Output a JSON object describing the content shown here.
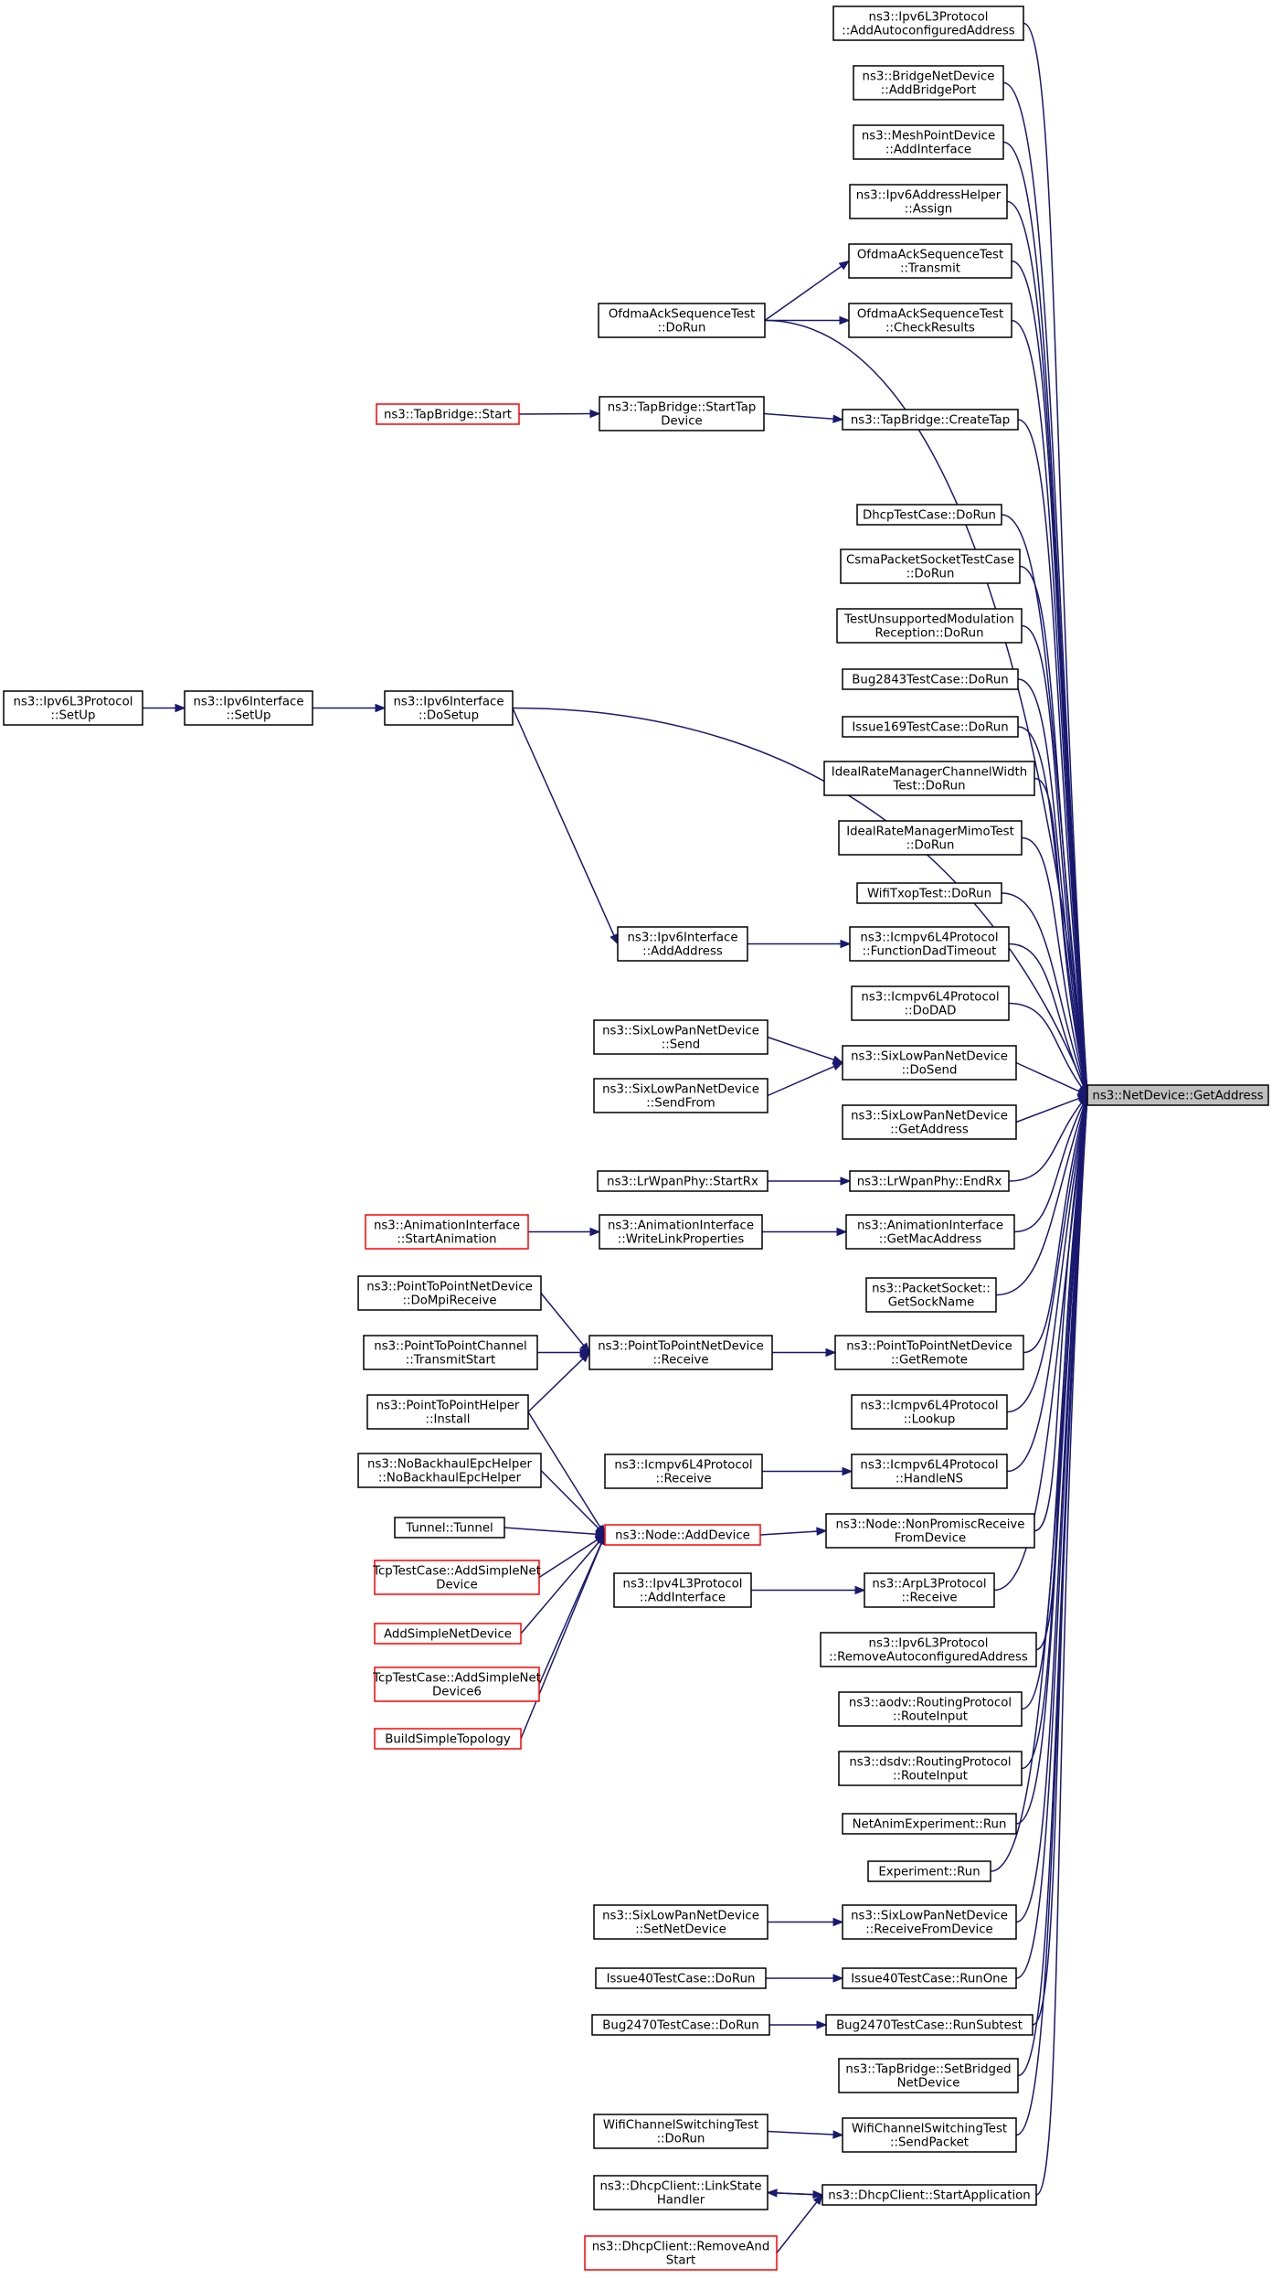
{
  "graph_title": "ns3::NetDevice::GetAddress",
  "target": "ns3::NetDevice::GetAddress",
  "colors": {
    "edge": "#191970",
    "border": "#000000",
    "truncated_border": "#ff0000",
    "target_fill": "#bfbfbf"
  },
  "nodes": [
    {
      "id": "target",
      "lines": [
        "ns3::NetDevice::GetAddress"
      ],
      "style": "target"
    },
    {
      "id": "n1",
      "lines": [
        "ns3::Ipv6L3Protocol",
        "::AddAutoconfiguredAddress"
      ]
    },
    {
      "id": "n2",
      "lines": [
        "ns3::BridgeNetDevice",
        "::AddBridgePort"
      ]
    },
    {
      "id": "n3",
      "lines": [
        "ns3::MeshPointDevice",
        "::AddInterface"
      ]
    },
    {
      "id": "n4",
      "lines": [
        "ns3::Ipv6AddressHelper",
        "::Assign"
      ]
    },
    {
      "id": "n5",
      "lines": [
        "OfdmaAckSequenceTest",
        "::Transmit"
      ]
    },
    {
      "id": "n6",
      "lines": [
        "OfdmaAckSequenceTest",
        "::CheckResults"
      ]
    },
    {
      "id": "n7",
      "lines": [
        "OfdmaAckSequenceTest",
        "::DoRun"
      ]
    },
    {
      "id": "n8",
      "lines": [
        "ns3::TapBridge::CreateTap"
      ]
    },
    {
      "id": "n9",
      "lines": [
        "ns3::TapBridge::StartTap",
        "Device"
      ]
    },
    {
      "id": "n10",
      "lines": [
        "ns3::TapBridge::Start"
      ],
      "style": "red"
    },
    {
      "id": "n11",
      "lines": [
        "DhcpTestCase::DoRun"
      ]
    },
    {
      "id": "n12",
      "lines": [
        "CsmaPacketSocketTestCase",
        "::DoRun"
      ]
    },
    {
      "id": "n13",
      "lines": [
        "TestUnsupportedModulation",
        "Reception::DoRun"
      ]
    },
    {
      "id": "n14",
      "lines": [
        "Bug2843TestCase::DoRun"
      ]
    },
    {
      "id": "n15",
      "lines": [
        "Issue169TestCase::DoRun"
      ]
    },
    {
      "id": "n16",
      "lines": [
        "IdealRateManagerChannelWidth",
        "Test::DoRun"
      ]
    },
    {
      "id": "n17",
      "lines": [
        "IdealRateManagerMimoTest",
        "::DoRun"
      ]
    },
    {
      "id": "n18",
      "lines": [
        "WifiTxopTest::DoRun"
      ]
    },
    {
      "id": "n19",
      "lines": [
        "ns3::Ipv6Interface",
        "::DoSetup"
      ]
    },
    {
      "id": "n20",
      "lines": [
        "ns3::Ipv6Interface",
        "::SetUp"
      ]
    },
    {
      "id": "n21",
      "lines": [
        "ns3::Ipv6L3Protocol",
        "::SetUp"
      ]
    },
    {
      "id": "n22",
      "lines": [
        "ns3::Icmpv6L4Protocol",
        "::FunctionDadTimeout"
      ]
    },
    {
      "id": "n23",
      "lines": [
        "ns3::Ipv6Interface",
        "::AddAddress"
      ]
    },
    {
      "id": "n24",
      "lines": [
        "ns3::Icmpv6L4Protocol",
        "::DoDAD"
      ]
    },
    {
      "id": "n25",
      "lines": [
        "ns3::SixLowPanNetDevice",
        "::DoSend"
      ]
    },
    {
      "id": "n26",
      "lines": [
        "ns3::SixLowPanNetDevice",
        "::Send"
      ]
    },
    {
      "id": "n27",
      "lines": [
        "ns3::SixLowPanNetDevice",
        "::SendFrom"
      ]
    },
    {
      "id": "n28",
      "lines": [
        "ns3::SixLowPanNetDevice",
        "::GetAddress"
      ]
    },
    {
      "id": "n29",
      "lines": [
        "ns3::LrWpanPhy::EndRx"
      ]
    },
    {
      "id": "n30",
      "lines": [
        "ns3::LrWpanPhy::StartRx"
      ]
    },
    {
      "id": "n31",
      "lines": [
        "ns3::AnimationInterface",
        "::GetMacAddress"
      ]
    },
    {
      "id": "n32",
      "lines": [
        "ns3::AnimationInterface",
        "::WriteLinkProperties"
      ]
    },
    {
      "id": "n33",
      "lines": [
        "ns3::AnimationInterface",
        "::StartAnimation"
      ],
      "style": "red"
    },
    {
      "id": "n34",
      "lines": [
        "ns3::PacketSocket::",
        "GetSockName"
      ]
    },
    {
      "id": "n35",
      "lines": [
        "ns3::PointToPointNetDevice",
        "::GetRemote"
      ]
    },
    {
      "id": "n36",
      "lines": [
        "ns3::PointToPointNetDevice",
        "::Receive"
      ]
    },
    {
      "id": "n37",
      "lines": [
        "ns3::PointToPointNetDevice",
        "::DoMpiReceive"
      ]
    },
    {
      "id": "n38",
      "lines": [
        "ns3::PointToPointChannel",
        "::TransmitStart"
      ]
    },
    {
      "id": "n39",
      "lines": [
        "ns3::PointToPointHelper",
        "::Install"
      ]
    },
    {
      "id": "n40",
      "lines": [
        "ns3::Icmpv6L4Protocol",
        "::Lookup"
      ]
    },
    {
      "id": "n41",
      "lines": [
        "ns3::Icmpv6L4Protocol",
        "::HandleNS"
      ]
    },
    {
      "id": "n42",
      "lines": [
        "ns3::Icmpv6L4Protocol",
        "::Receive"
      ]
    },
    {
      "id": "n43",
      "lines": [
        "ns3::Node::NonPromiscReceive",
        "FromDevice"
      ]
    },
    {
      "id": "n44",
      "lines": [
        "ns3::Node::AddDevice"
      ],
      "style": "red"
    },
    {
      "id": "n45",
      "lines": [
        "ns3::NoBackhaulEpcHelper",
        "::NoBackhaulEpcHelper"
      ]
    },
    {
      "id": "n46",
      "lines": [
        "Tunnel::Tunnel"
      ]
    },
    {
      "id": "n47",
      "lines": [
        "TcpTestCase::AddSimpleNet",
        "Device"
      ],
      "style": "red"
    },
    {
      "id": "n48",
      "lines": [
        "AddSimpleNetDevice"
      ],
      "style": "red"
    },
    {
      "id": "n49",
      "lines": [
        "TcpTestCase::AddSimpleNet",
        "Device6"
      ],
      "style": "red"
    },
    {
      "id": "n50",
      "lines": [
        "BuildSimpleTopology"
      ],
      "style": "red"
    },
    {
      "id": "n51",
      "lines": [
        "ns3::ArpL3Protocol",
        "::Receive"
      ]
    },
    {
      "id": "n52",
      "lines": [
        "ns3::Ipv4L3Protocol",
        "::AddInterface"
      ]
    },
    {
      "id": "n53",
      "lines": [
        "ns3::Ipv6L3Protocol",
        "::RemoveAutoconfiguredAddress"
      ]
    },
    {
      "id": "n54",
      "lines": [
        "ns3::aodv::RoutingProtocol",
        "::RouteInput"
      ]
    },
    {
      "id": "n55",
      "lines": [
        "ns3::dsdv::RoutingProtocol",
        "::RouteInput"
      ]
    },
    {
      "id": "n56",
      "lines": [
        "NetAnimExperiment::Run"
      ]
    },
    {
      "id": "n57",
      "lines": [
        "Experiment::Run"
      ]
    },
    {
      "id": "n58",
      "lines": [
        "ns3::SixLowPanNetDevice",
        "::ReceiveFromDevice"
      ]
    },
    {
      "id": "n59",
      "lines": [
        "ns3::SixLowPanNetDevice",
        "::SetNetDevice"
      ]
    },
    {
      "id": "n60",
      "lines": [
        "Issue40TestCase::RunOne"
      ]
    },
    {
      "id": "n61",
      "lines": [
        "Issue40TestCase::DoRun"
      ]
    },
    {
      "id": "n62",
      "lines": [
        "Bug2470TestCase::RunSubtest"
      ]
    },
    {
      "id": "n63",
      "lines": [
        "Bug2470TestCase::DoRun"
      ]
    },
    {
      "id": "n64",
      "lines": [
        "ns3::TapBridge::SetBridged",
        "NetDevice"
      ]
    },
    {
      "id": "n65",
      "lines": [
        "WifiChannelSwitchingTest",
        "::SendPacket"
      ]
    },
    {
      "id": "n66",
      "lines": [
        "WifiChannelSwitchingTest",
        "::DoRun"
      ]
    },
    {
      "id": "n67",
      "lines": [
        "ns3::DhcpClient::StartApplication"
      ]
    },
    {
      "id": "n68",
      "lines": [
        "ns3::DhcpClient::LinkState",
        "Handler"
      ]
    },
    {
      "id": "n69",
      "lines": [
        "ns3::DhcpClient::RemoveAnd",
        "Start"
      ],
      "style": "red"
    }
  ],
  "edges": [
    [
      "n7",
      "n5"
    ],
    [
      "n7",
      "n6"
    ],
    [
      "n9",
      "n8"
    ],
    [
      "n10",
      "n9"
    ],
    [
      "n20",
      "n19"
    ],
    [
      "n21",
      "n20"
    ],
    [
      "n19",
      "n23"
    ],
    [
      "n23",
      "n22"
    ],
    [
      "n26",
      "n25"
    ],
    [
      "n27",
      "n25"
    ],
    [
      "n30",
      "n29"
    ],
    [
      "n33",
      "n32"
    ],
    [
      "n32",
      "n31"
    ],
    [
      "n37",
      "n36"
    ],
    [
      "n38",
      "n36"
    ],
    [
      "n39",
      "n36"
    ],
    [
      "n36",
      "n35"
    ],
    [
      "n42",
      "n41"
    ],
    [
      "n39",
      "n44"
    ],
    [
      "n45",
      "n44"
    ],
    [
      "n46",
      "n44"
    ],
    [
      "n47",
      "n44"
    ],
    [
      "n48",
      "n44"
    ],
    [
      "n49",
      "n44"
    ],
    [
      "n50",
      "n44"
    ],
    [
      "n44",
      "n43"
    ],
    [
      "n52",
      "n51"
    ],
    [
      "n59",
      "n58"
    ],
    [
      "n61",
      "n60"
    ],
    [
      "n63",
      "n62"
    ],
    [
      "n66",
      "n65"
    ],
    [
      "n68",
      "n67"
    ],
    [
      "n67",
      "n68"
    ],
    [
      "n69",
      "n67"
    ]
  ],
  "target_callers": [
    "n1",
    "n2",
    "n3",
    "n4",
    "n5",
    "n6",
    "n7",
    "n8",
    "n19",
    "n11",
    "n12",
    "n13",
    "n14",
    "n15",
    "n16",
    "n17",
    "n18",
    "n22",
    "n24",
    "n25",
    "n28",
    "n29",
    "n31",
    "n34",
    "n35",
    "n40",
    "n41",
    "n43",
    "n51",
    "n53",
    "n54",
    "n55",
    "n56",
    "n57",
    "n58",
    "n60",
    "n62",
    "n64",
    "n65",
    "n67"
  ]
}
